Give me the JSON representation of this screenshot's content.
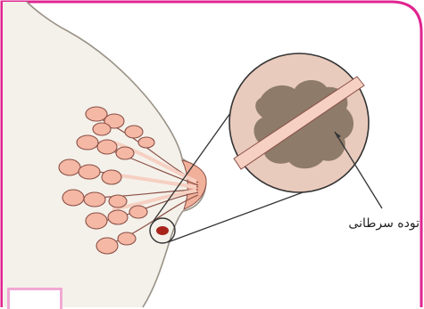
{
  "diagram": {
    "labels": {
      "tumor": "توده سرطانی",
      "page_tag": ""
    },
    "colors": {
      "frame_border": "#e0248f",
      "page_tag_border": "#f1a9d3",
      "skin": "#f4f1ea",
      "skin_outline": "#9a9287",
      "lobule_fill": "#f5b8a5",
      "lobule_stroke": "#8a4f45",
      "nipple_fill": "#f1b09a",
      "duct_fill": "#f6d0c2",
      "magnifier_fill": "#e9cbbd",
      "tumor_fill": "#8e7b6a",
      "tumor_spot": "#a8241b",
      "pointer_line": "#333333"
    },
    "icons": [
      "breast-cross-section",
      "magnifier-circle",
      "tumor-mass",
      "pointer-arrow"
    ]
  }
}
